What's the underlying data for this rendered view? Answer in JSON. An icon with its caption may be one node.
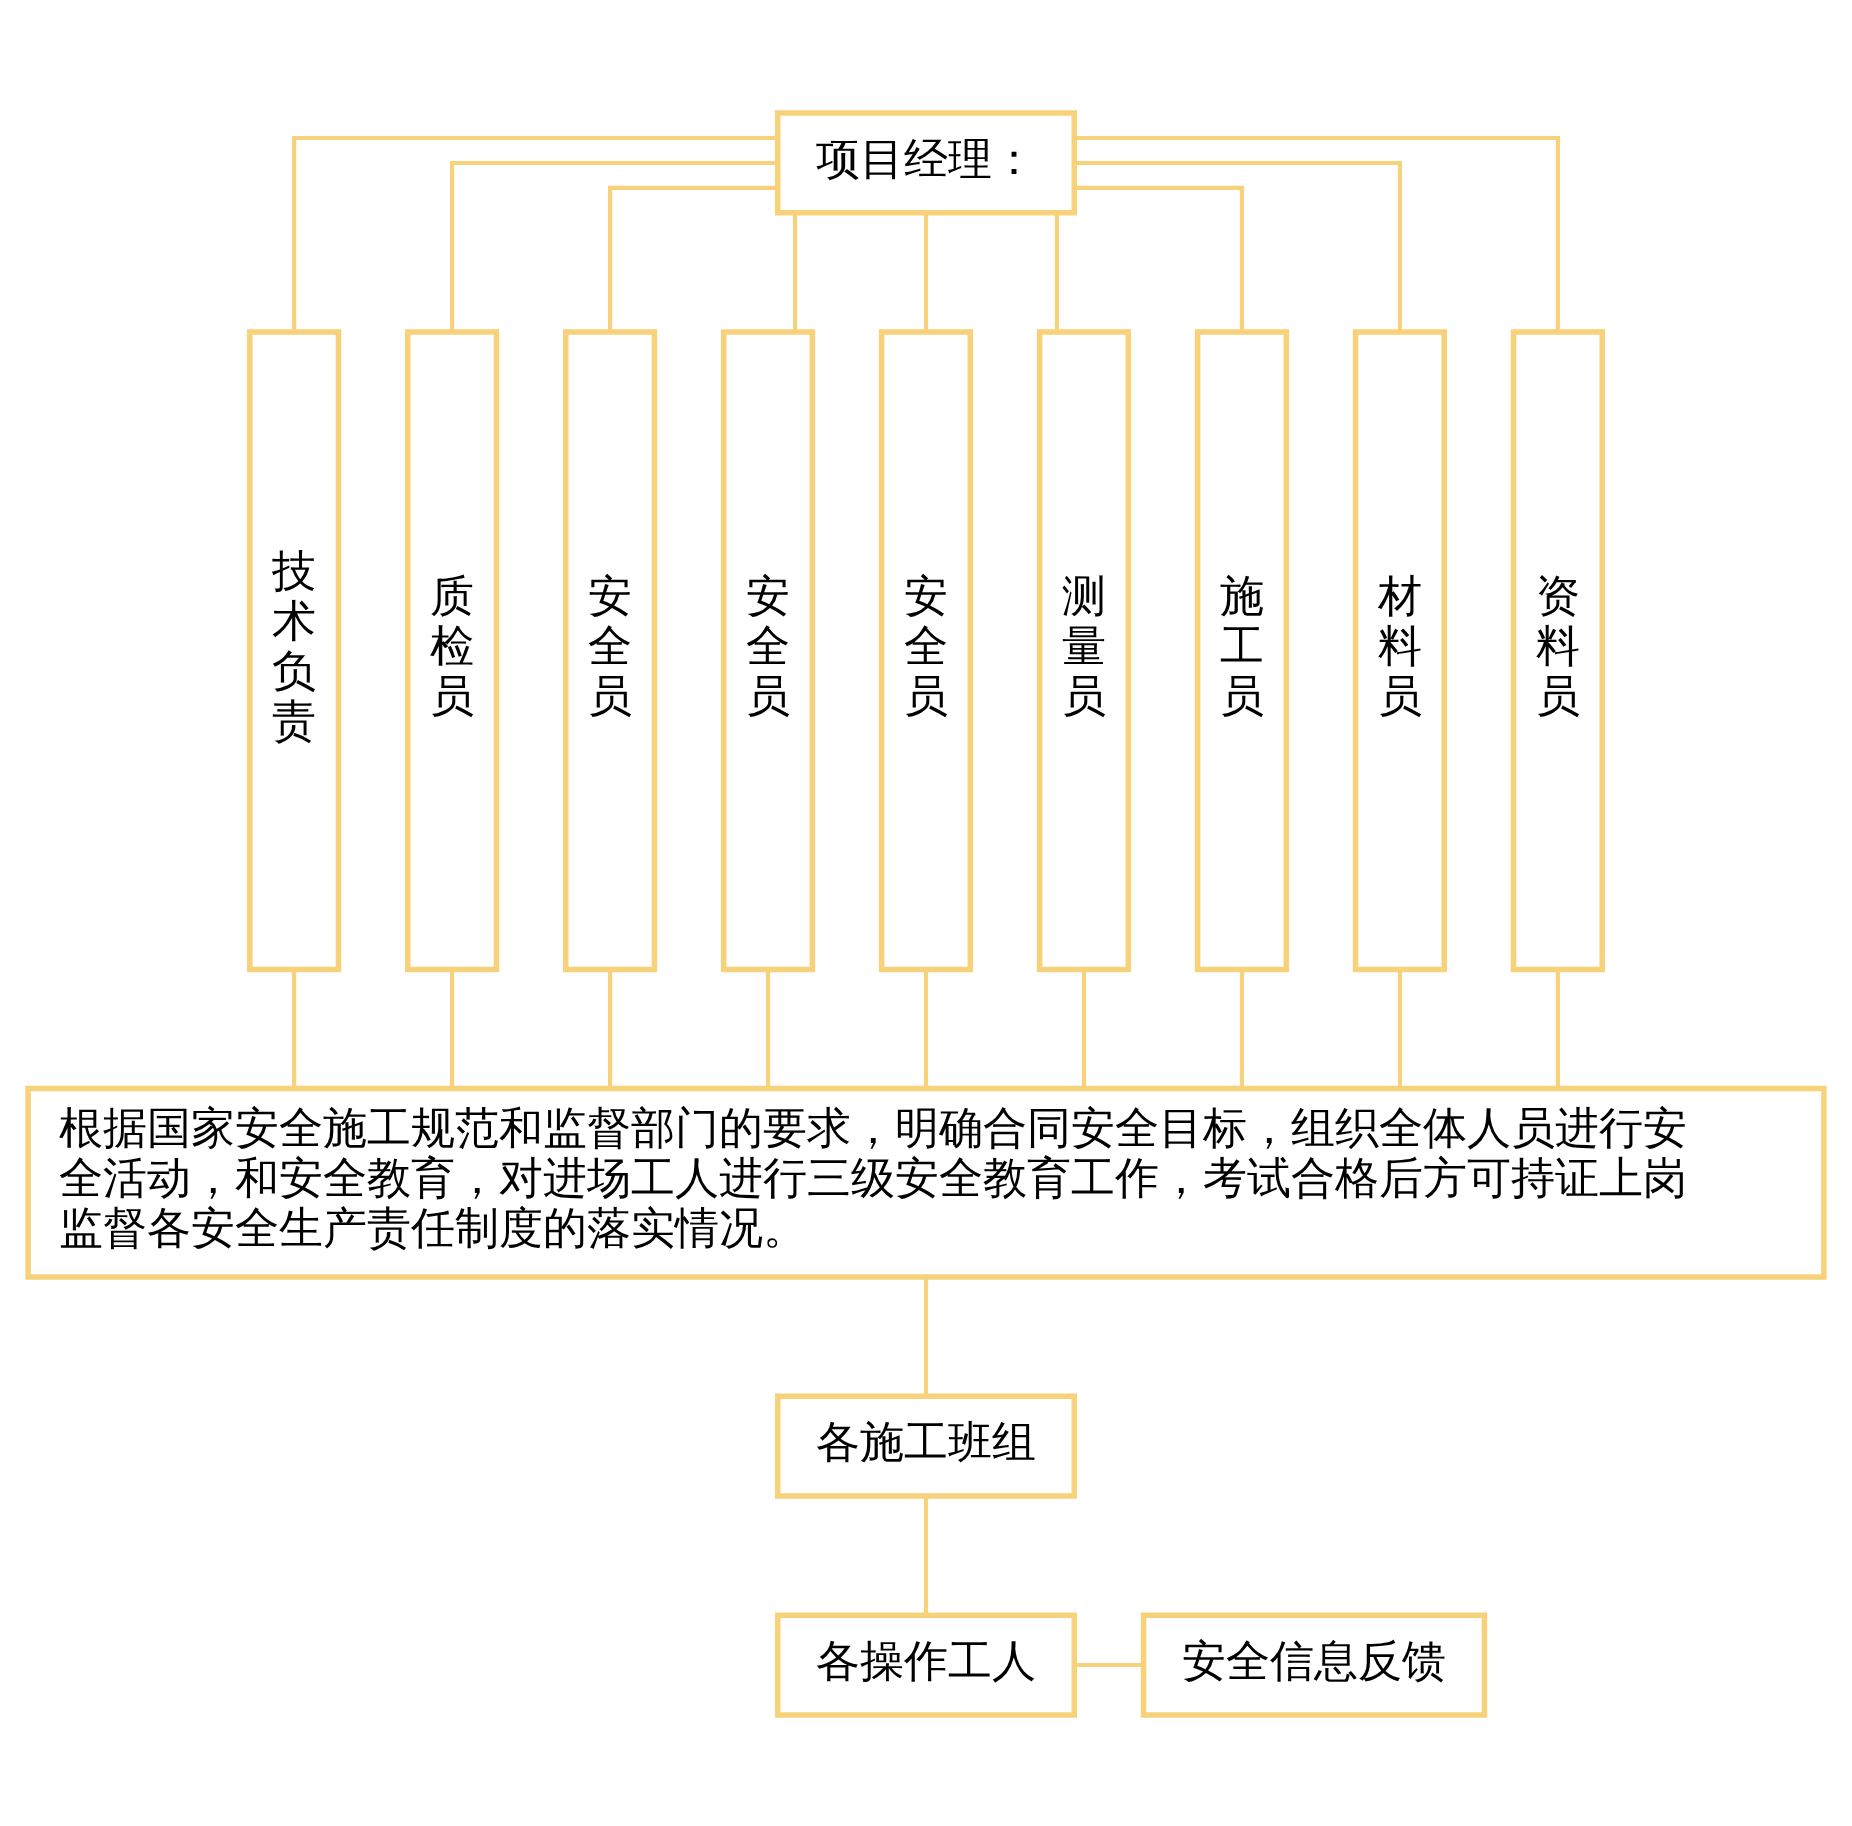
{
  "diagram": {
    "nodes": [
      {
        "text": [
          "项目经理："
        ]
      },
      {
        "text": [
          "技术负责"
        ]
      },
      {
        "text": [
          "质检员"
        ]
      },
      {
        "text": [
          "安全员"
        ]
      },
      {
        "text": [
          "安全员"
        ]
      },
      {
        "text": [
          "安全员"
        ]
      },
      {
        "text": [
          "测量员"
        ]
      },
      {
        "text": [
          "施工员"
        ]
      },
      {
        "text": [
          "材料员"
        ]
      },
      {
        "text": [
          "资料员"
        ]
      },
      {
        "text": [
          "根据国家安全施工规范和监督部门的要求，明确合同安全目标，组织全体人员进行安全活动，和安全教育，对进场工人进行三级安全教育工作，考试合格后方可持证上岗监督各安全生产责任制度的落实情况。"
        ]
      },
      {
        "text": [
          "各施工班组"
        ]
      },
      {
        "text": [
          "各操作工人"
        ]
      },
      {
        "text": [
          "安全信息反馈"
        ]
      }
    ],
    "edges": [
      {
        "from": 0,
        "to": 1,
        "arrow": "none"
      },
      {
        "from": 0,
        "to": 2,
        "arrow": "none"
      },
      {
        "from": 0,
        "to": 3,
        "arrow": "none"
      },
      {
        "from": 0,
        "to": 4,
        "arrow": "none"
      },
      {
        "from": 0,
        "to": 5,
        "arrow": "none"
      },
      {
        "from": 0,
        "to": 6,
        "arrow": "none"
      },
      {
        "from": 0,
        "to": 7,
        "arrow": "none"
      },
      {
        "from": 0,
        "to": 8,
        "arrow": "none"
      },
      {
        "from": 0,
        "to": 9,
        "arrow": "none"
      },
      {
        "from": 1,
        "to": 10,
        "arrow": "none"
      },
      {
        "from": 2,
        "to": 10,
        "arrow": "none"
      },
      {
        "from": 3,
        "to": 10,
        "arrow": "none"
      },
      {
        "from": 4,
        "to": 10,
        "arrow": "none"
      },
      {
        "from": 5,
        "to": 10,
        "arrow": "none"
      },
      {
        "from": 6,
        "to": 10,
        "arrow": "none"
      },
      {
        "from": 7,
        "to": 10,
        "arrow": "none"
      },
      {
        "from": 8,
        "to": 10,
        "arrow": "none"
      },
      {
        "from": 9,
        "to": 10,
        "arrow": "none"
      },
      {
        "from": 10,
        "to": 11,
        "arrow": "none"
      },
      {
        "from": 11,
        "to": 12,
        "arrow": "none"
      },
      {
        "from": 12,
        "to": 13,
        "arrow": "none"
      }
    ]
  }
}
